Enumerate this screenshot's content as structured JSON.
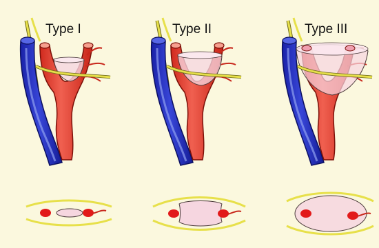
{
  "panels": [
    {
      "title": "Type I",
      "tumor_size": "small"
    },
    {
      "title": "Type II",
      "tumor_size": "medium"
    },
    {
      "title": "Type III",
      "tumor_size": "large"
    }
  ],
  "colors": {
    "background": "#FBF8DE",
    "artery": "#E03A2A",
    "artery_highlight": "#F7A08F",
    "vein": "#2028B8",
    "vein_highlight": "#8EA0F0",
    "nerve": "#E7E04A",
    "tumor_fill": "#F6D6E0",
    "outline": "#2A2A2A"
  }
}
